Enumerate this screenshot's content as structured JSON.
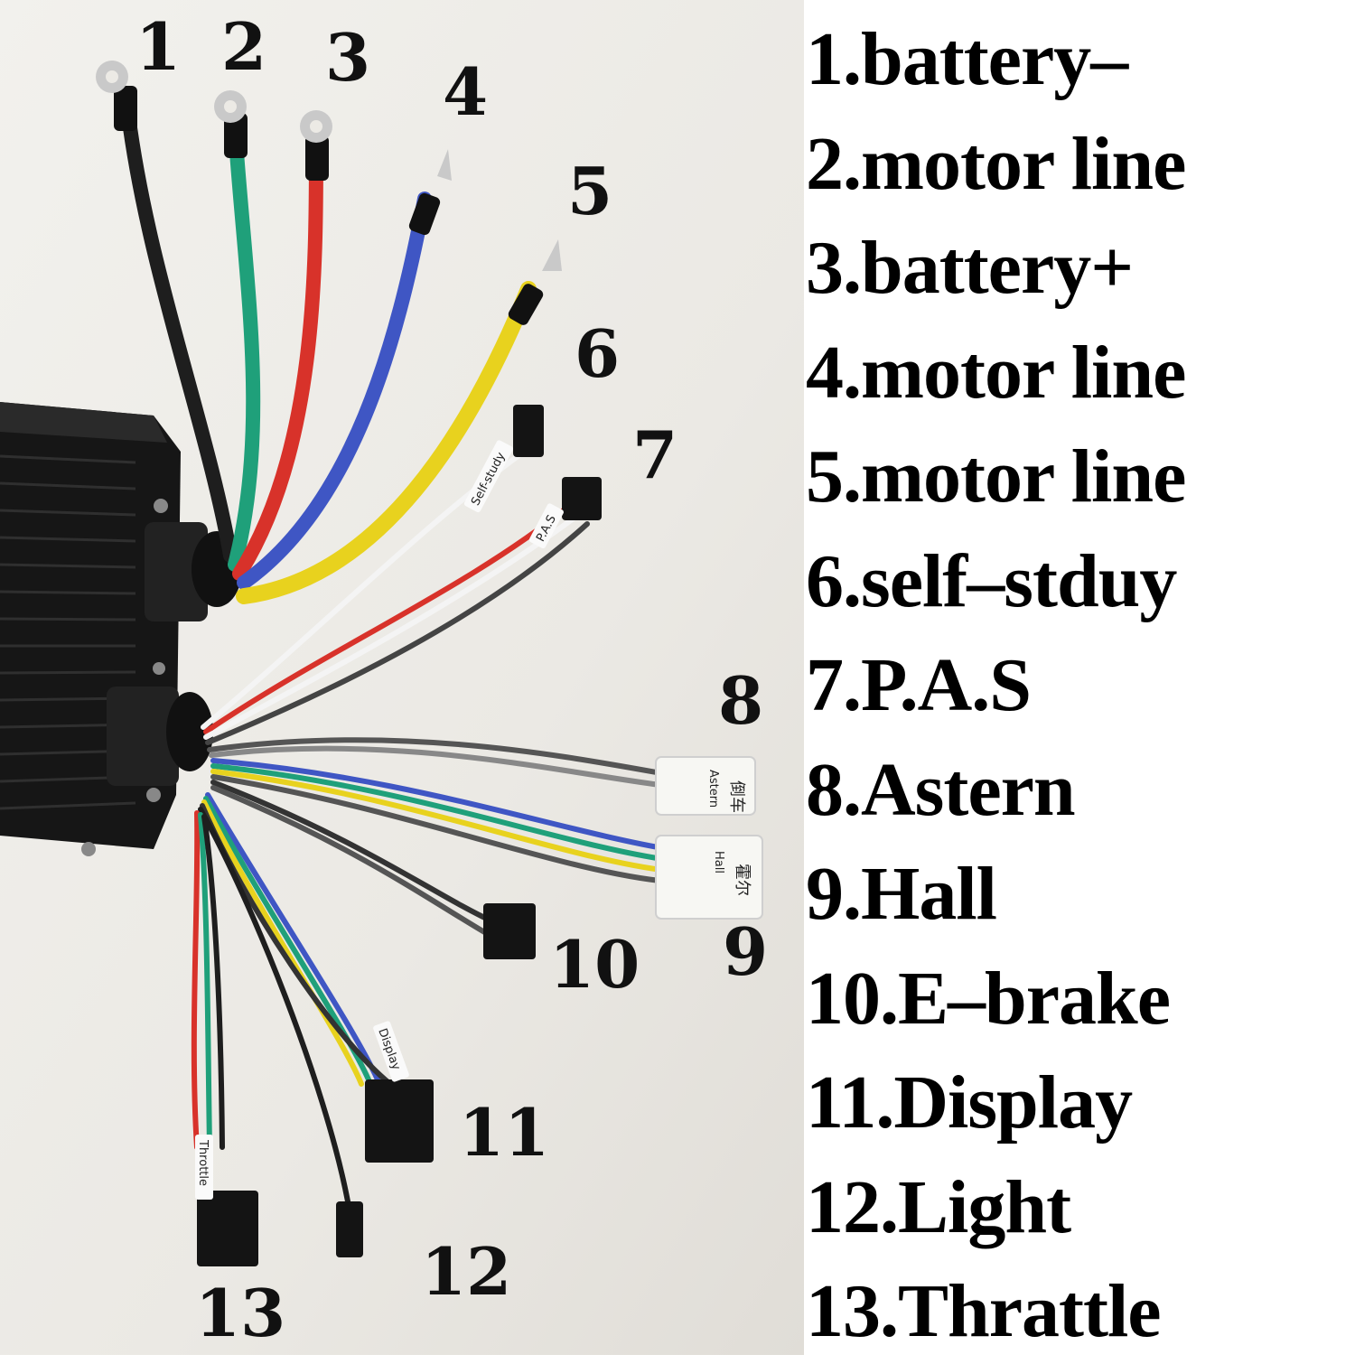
{
  "callouts": [
    "1",
    "2",
    "3",
    "4",
    "5",
    "6",
    "7",
    "8",
    "9",
    "10",
    "11",
    "12",
    "13"
  ],
  "legend": [
    "1.battery–",
    "2.motor line",
    "3.battery+",
    "4.motor line",
    "5.motor line",
    "6.self–stduy",
    "7.P.A.S",
    "8.Astern",
    "9.Hall",
    "10.E–brake",
    "11.Display",
    "12.Light",
    "13.Thrattle"
  ],
  "cable_tags": {
    "self_study": "Self-study",
    "pas": "P.A.S",
    "astern": "Astern",
    "hall": "Hall",
    "display": "Display",
    "throttle": "Throttle"
  },
  "connector_hanzi": {
    "astern": "倒车",
    "hall": "霍尔"
  },
  "colors": {
    "background": "#eceae5",
    "housing": "#151515",
    "wire_black": "#1e1e1e",
    "wire_green": "#1fa07a",
    "wire_red": "#d8322a",
    "wire_blue": "#3f56c4",
    "wire_yellow": "#e8d21e",
    "wire_white": "#f4f4f4",
    "wire_gray": "#555555"
  }
}
